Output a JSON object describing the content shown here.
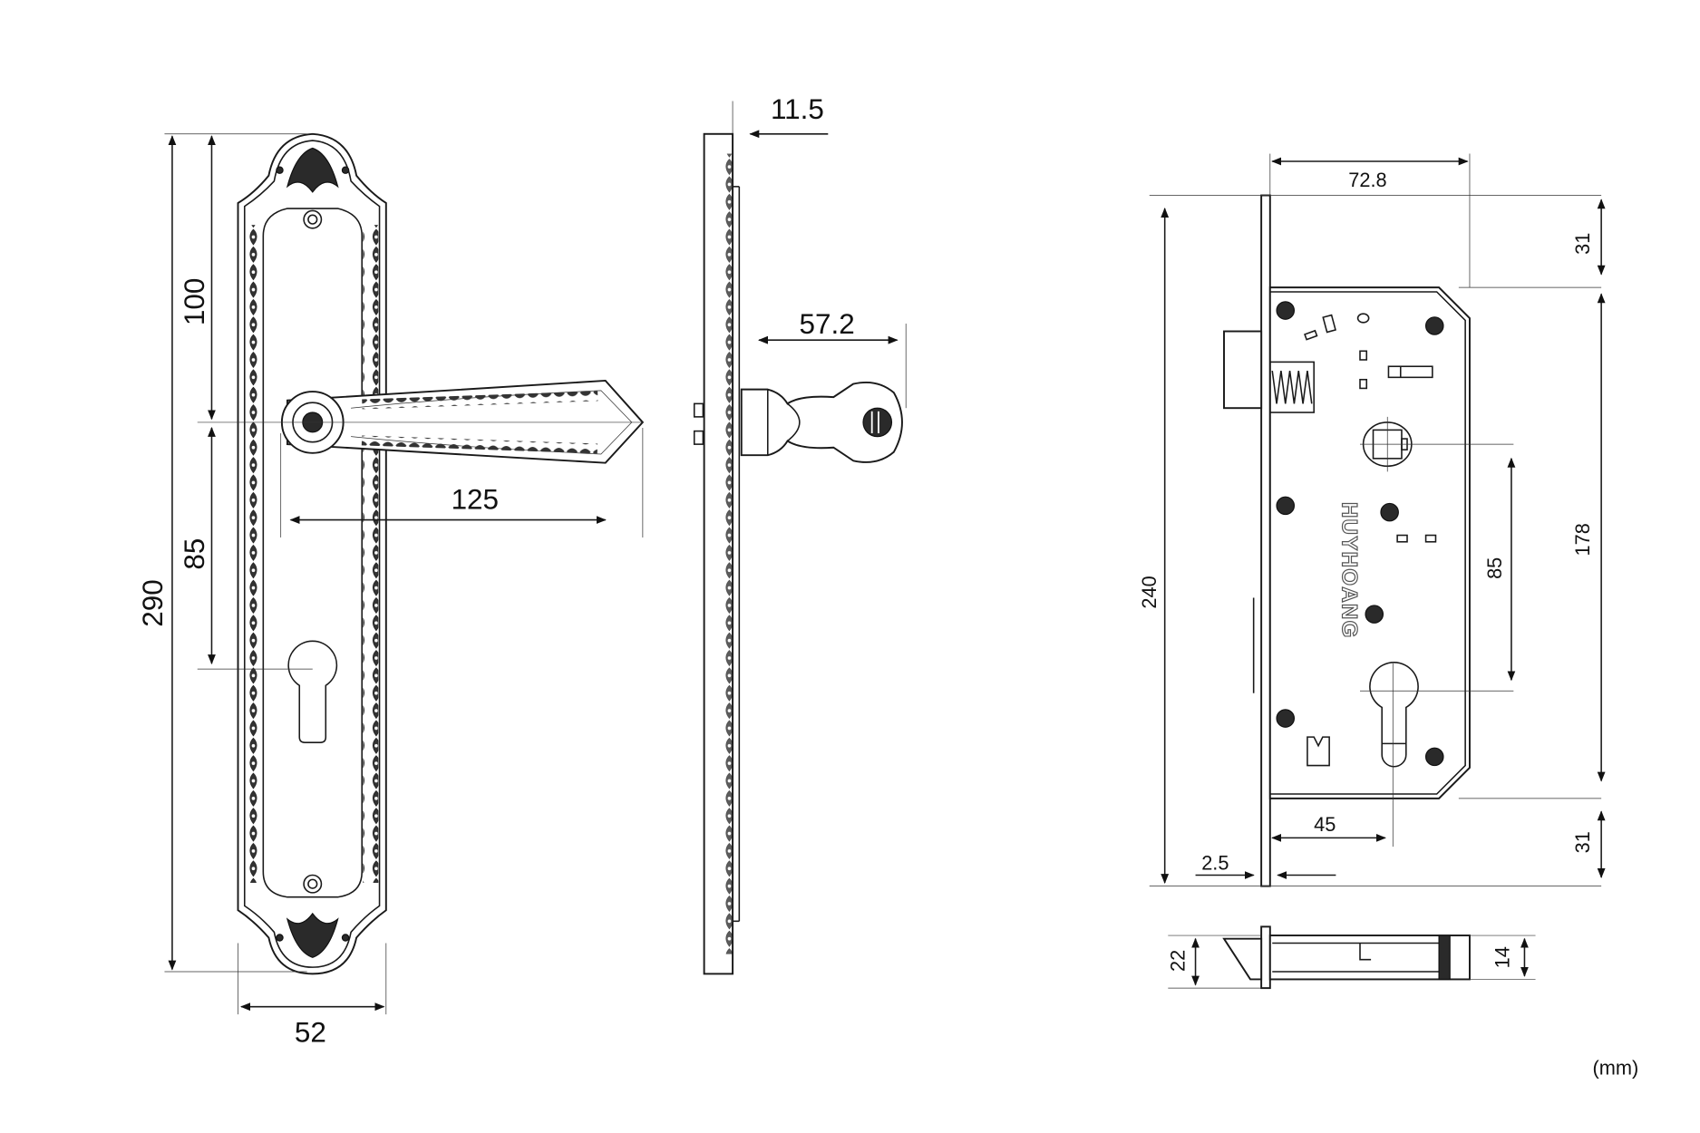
{
  "drawing": {
    "units": "(mm)",
    "brand_logo": "HUYHOANG",
    "handle_front": {
      "plate_height": "290",
      "top_to_handle": "100",
      "handle_to_keyhole": "85",
      "handle_length": "125",
      "plate_width": "52"
    },
    "handle_side": {
      "plate_thickness": "11.5",
      "handle_projection": "57.2"
    },
    "mortise_lock": {
      "body_depth": "72.8",
      "top_offset": "31",
      "body_height": "178",
      "bottom_offset": "31",
      "center_distance": "85",
      "faceplate_height": "240",
      "backset": "45",
      "faceplate_thickness": "2.5",
      "faceplate_width": "22",
      "body_thickness": "14"
    }
  }
}
